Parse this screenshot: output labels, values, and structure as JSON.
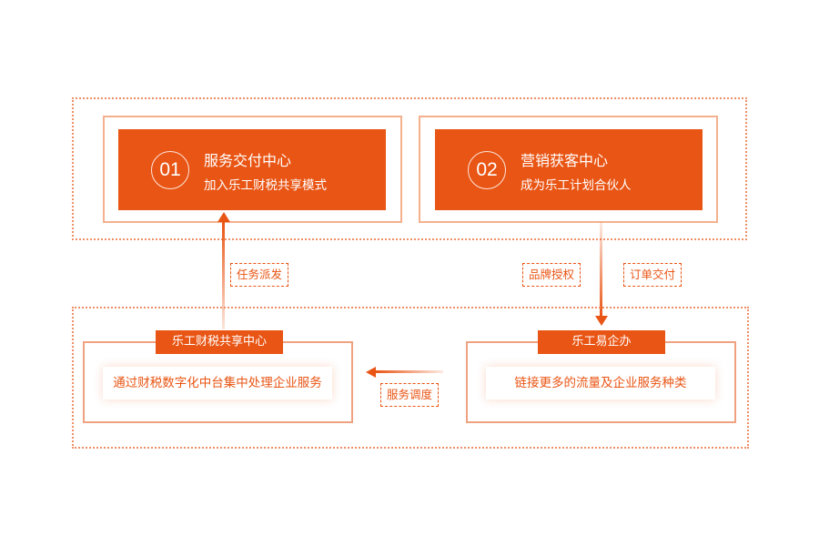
{
  "cards": [
    {
      "number": "01",
      "title": "服务交付中心",
      "subtitle": "加入乐工财税共享模式"
    },
    {
      "number": "02",
      "title": "营销获客中心",
      "subtitle": "成为乐工计划合伙人"
    }
  ],
  "panels": {
    "left": {
      "label": "乐工财税共享中心",
      "description": "通过财税数字化中台集中处理企业服务"
    },
    "right": {
      "label": "乐工易企办",
      "description": "链接更多的流量及企业服务种类"
    }
  },
  "flows": {
    "task_dispatch": "任务派发",
    "brand_authorization": "品牌授权",
    "order_delivery": "订单交付",
    "service_scheduling": "服务调度"
  },
  "colors": {
    "accent": "#e95514",
    "light_border": "#f5b08e",
    "dotted_border": "#ee8f66"
  }
}
